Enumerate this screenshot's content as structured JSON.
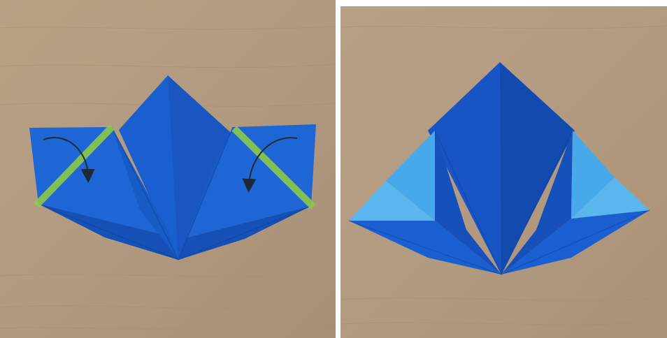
{
  "image": {
    "panels": [
      {
        "step_name": "valley-fold-diagram",
        "annotations": [
          {
            "type": "fold-line",
            "color": "#8fc94a",
            "side": "left"
          },
          {
            "type": "fold-line",
            "color": "#8fc94a",
            "side": "right"
          },
          {
            "type": "fold-arrow-icon",
            "color": "#1c2a36",
            "side": "left"
          },
          {
            "type": "fold-arrow-icon",
            "color": "#1c2a36",
            "side": "right"
          }
        ]
      },
      {
        "step_name": "folded-result"
      }
    ],
    "colors": {
      "paper_front": "#1a5fd0",
      "paper_dark": "#1446a8",
      "paper_light_underside": "#47a8ea",
      "table_wood": "#b39b80",
      "fold_line": "#8fc94a",
      "arrow": "#1c2a36"
    }
  }
}
